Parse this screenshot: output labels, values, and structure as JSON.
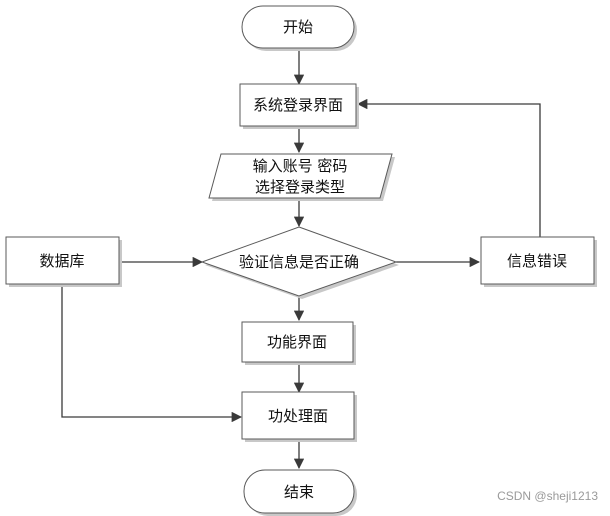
{
  "nodes": {
    "start": "开始",
    "login_ui": "系统登录界面",
    "input_line1": "输入账号 密码",
    "input_line2": "选择登录类型",
    "verify": "验证信息是否正确",
    "database": "数据库",
    "info_error": "信息错误",
    "function_ui": "功能界面",
    "process": "功处理面",
    "end": "结束"
  },
  "watermark": "CSDN @sheji1213",
  "colors": {
    "fill": "#ffffff",
    "stroke": "#5a5a5a",
    "arrow": "#3a3a3a",
    "shadow": "#c8c8c8"
  }
}
